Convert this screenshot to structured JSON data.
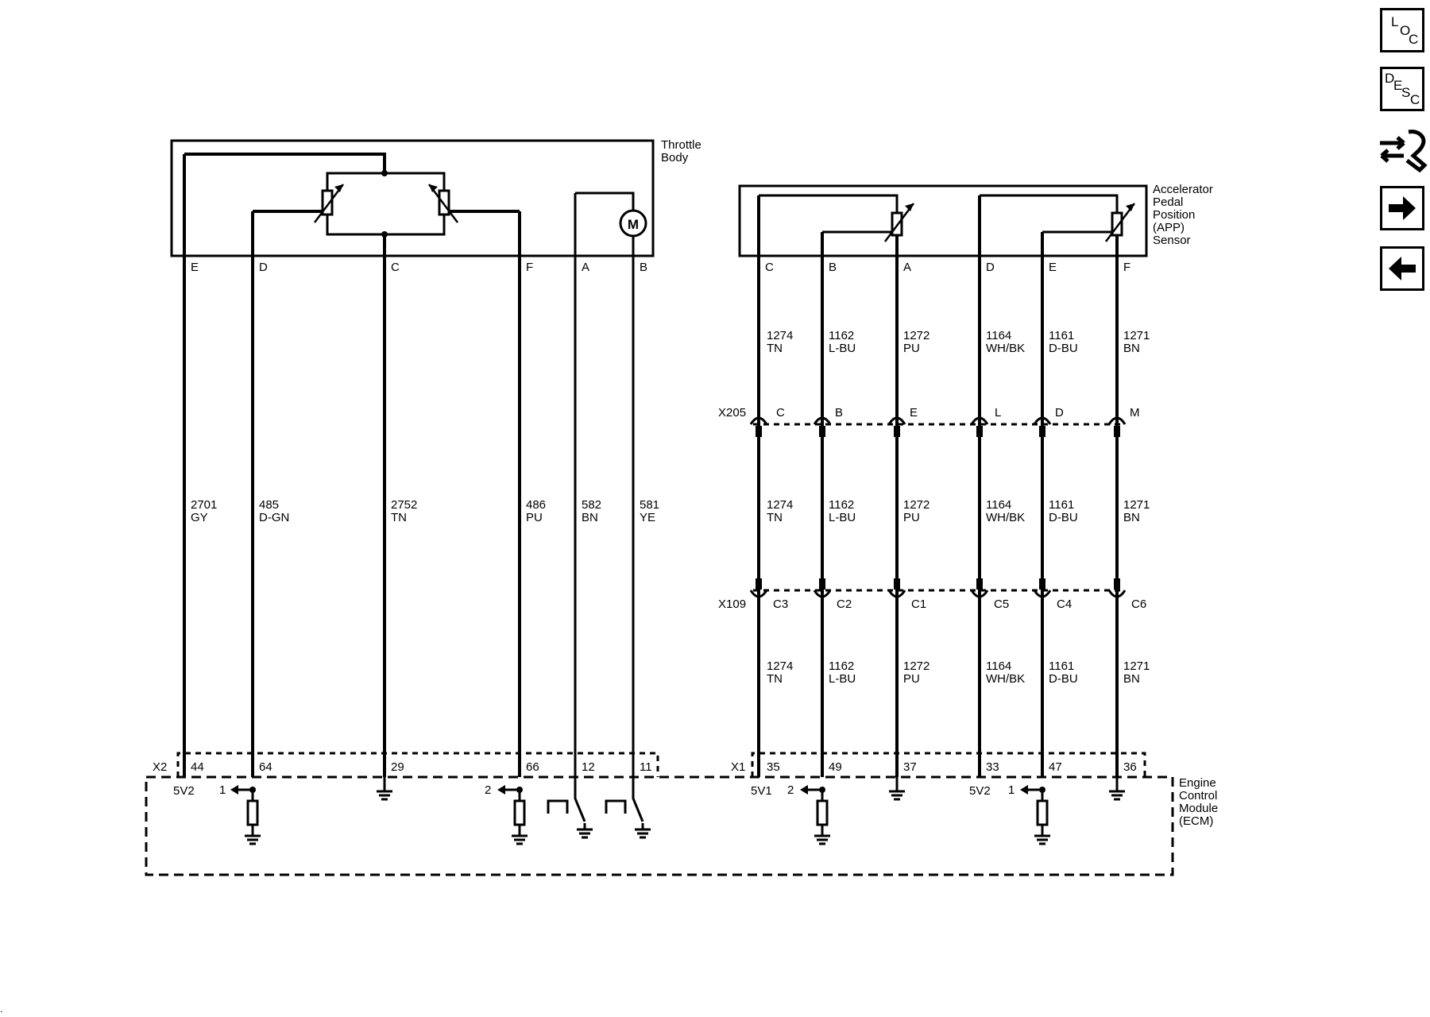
{
  "nav": {
    "loc": [
      "L",
      "O",
      "C"
    ],
    "desc": [
      "D",
      "E",
      "S",
      "C"
    ],
    "icons": [
      "connector-swap-icon",
      "arrow-right-icon",
      "arrow-left-icon"
    ]
  },
  "throttle_body": {
    "label": [
      "Throttle",
      "Body"
    ],
    "motor": "M",
    "wires": [
      {
        "pin": "E",
        "circuit": "2701",
        "color": "GY",
        "ecm_pin": "44"
      },
      {
        "pin": "D",
        "circuit": "485",
        "color": "D-GN",
        "ecm_pin": "64"
      },
      {
        "pin": "C",
        "circuit": "2752",
        "color": "TN",
        "ecm_pin": "29"
      },
      {
        "pin": "F",
        "circuit": "486",
        "color": "PU",
        "ecm_pin": "66"
      },
      {
        "pin": "A",
        "circuit": "582",
        "color": "BN",
        "ecm_pin": "12"
      },
      {
        "pin": "B",
        "circuit": "581",
        "color": "YE",
        "ecm_pin": "11"
      }
    ]
  },
  "app_sensor": {
    "label": [
      "Accelerator",
      "Pedal",
      "Position",
      "(APP)",
      "Sensor"
    ],
    "wires": [
      {
        "pin": "C",
        "circuit": "1274",
        "color": "TN",
        "x205": "C",
        "x109": "C3",
        "ecm_pin": "35"
      },
      {
        "pin": "B",
        "circuit": "1162",
        "color": "L-BU",
        "x205": "B",
        "x109": "C2",
        "ecm_pin": "49"
      },
      {
        "pin": "A",
        "circuit": "1272",
        "color": "PU",
        "x205": "E",
        "x109": "C1",
        "ecm_pin": "37"
      },
      {
        "pin": "D",
        "circuit": "1164",
        "color": "WH/BK",
        "x205": "L",
        "x109": "C5",
        "ecm_pin": "33"
      },
      {
        "pin": "E",
        "circuit": "1161",
        "color": "D-BU",
        "x205": "D",
        "x109": "C4",
        "ecm_pin": "47"
      },
      {
        "pin": "F",
        "circuit": "1271",
        "color": "BN",
        "x205": "M",
        "x109": "C6",
        "ecm_pin": "36"
      }
    ]
  },
  "connectors": {
    "x205": "X205",
    "x109": "X109",
    "x2": "X2",
    "x1": "X1"
  },
  "ecm": {
    "label": [
      "Engine",
      "Control",
      "Module",
      "(ECM)"
    ],
    "refs": {
      "x2_5v": "5V2",
      "x1_5v": "5V1",
      "x1_5v2": "5V2"
    },
    "signals": {
      "tb_d": "1",
      "tb_f": "2",
      "app_b": "2",
      "app_e": "1"
    }
  },
  "corner_mark": "."
}
